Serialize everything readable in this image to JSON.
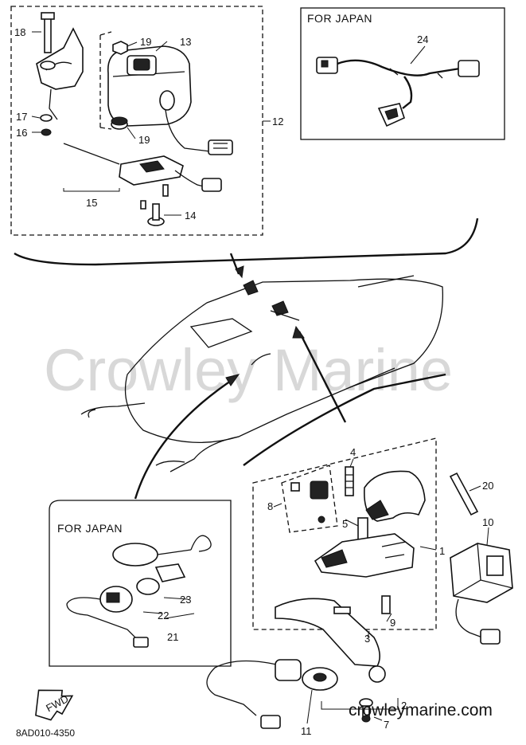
{
  "boxes": {
    "japan_top_title": "FOR JAPAN",
    "japan_bottom_title": "FOR JAPAN"
  },
  "callouts": {
    "c1": "1",
    "c2": "2",
    "c3": "3",
    "c4": "4",
    "c5": "5",
    "c7": "7",
    "c8": "8",
    "c9": "9",
    "c10": "10",
    "c11": "11",
    "c12": "12",
    "c13": "13",
    "c14": "14",
    "c15": "15",
    "c16": "16",
    "c17": "17",
    "c18": "18",
    "c19a": "19",
    "c19b": "19",
    "c20": "20",
    "c21": "21",
    "c22": "22",
    "c23": "23",
    "c24": "24"
  },
  "badge": {
    "fwd": "FWD"
  },
  "watermark": "Crowley Marine",
  "footer": {
    "drawing_code": "8AD010-4350",
    "website": "crowleymarine.com"
  },
  "icons": {
    "fwd_arrow": "fwd-arrow-icon"
  }
}
